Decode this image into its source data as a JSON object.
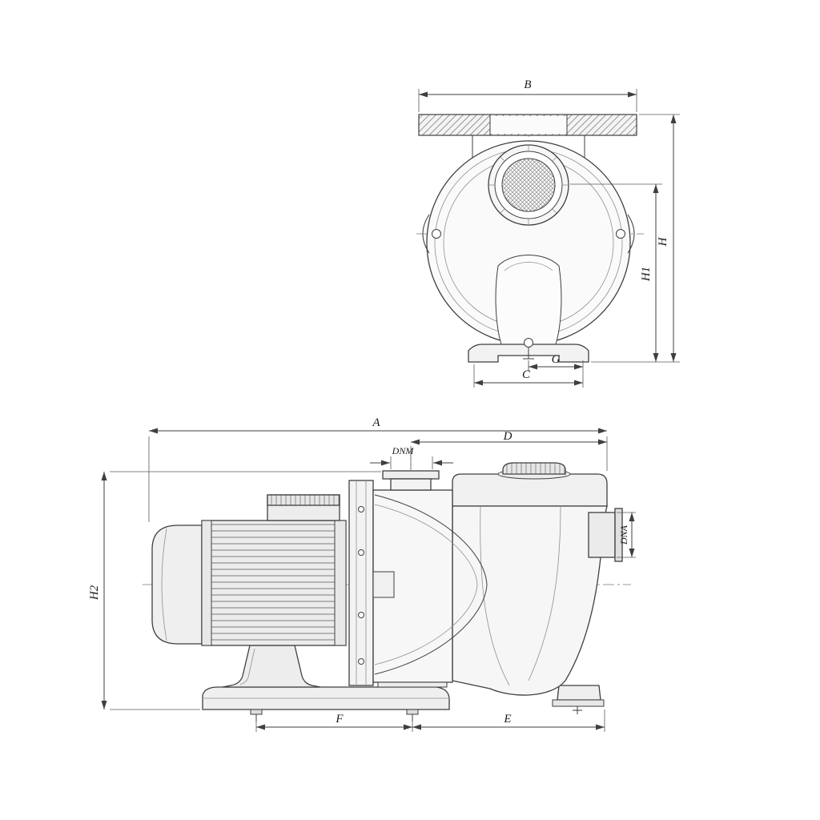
{
  "drawing": {
    "background": "#ffffff",
    "line_color": "#3f3f3f",
    "front_view": {
      "dim_b": "B",
      "dim_h": "H",
      "dim_h1": "H1",
      "dim_c": "C",
      "dim_g": "G"
    },
    "side_view": {
      "dim_a": "A",
      "dim_d": "D",
      "dim_dnm": "DNM",
      "dim_dna": "DNA",
      "dim_h2": "H2",
      "dim_f": "F",
      "dim_e": "E"
    }
  }
}
